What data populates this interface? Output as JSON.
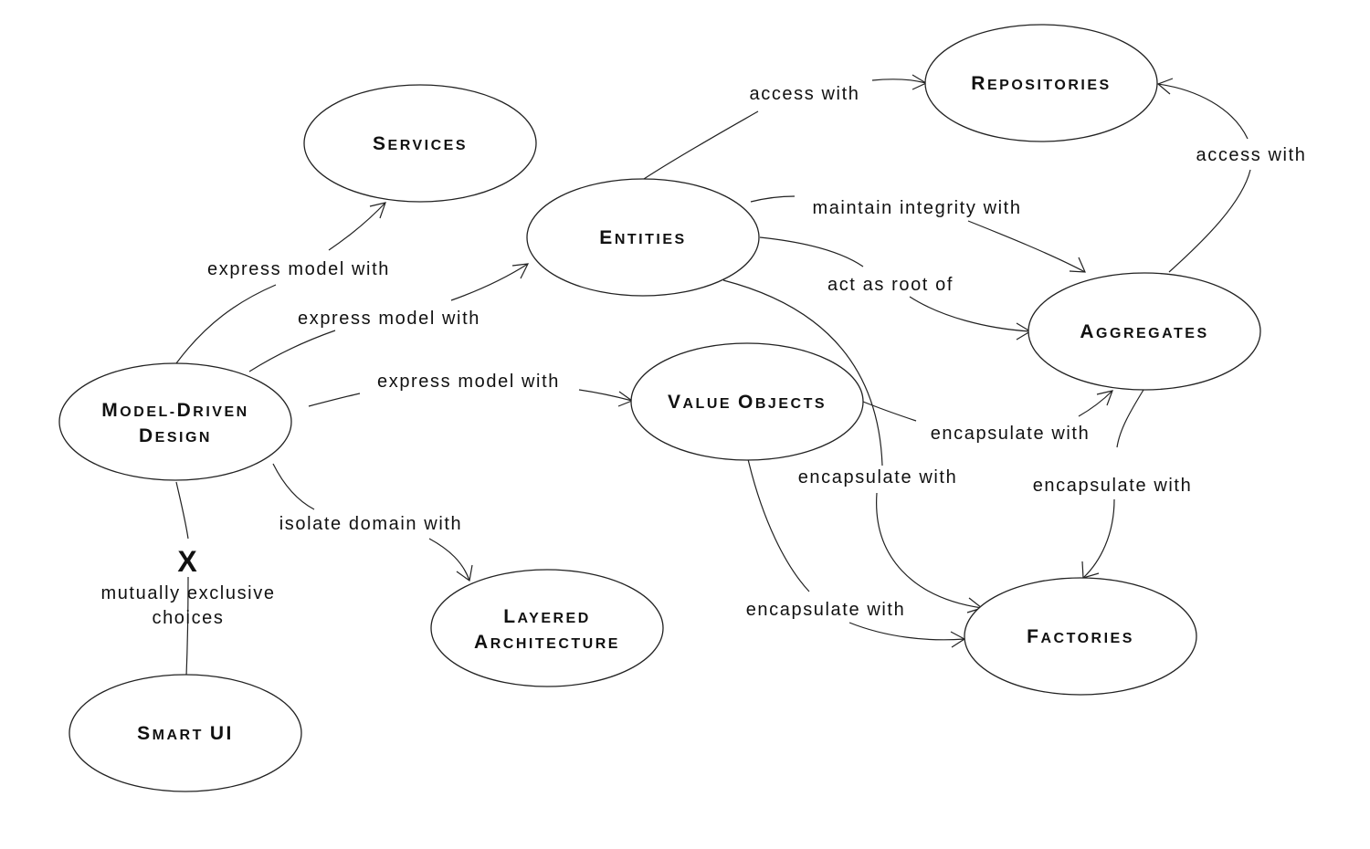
{
  "nodes": {
    "services": "Services",
    "entities": "Entities",
    "repositories": "Repositories",
    "aggregates": "Aggregates",
    "model_driven_design_line1": "Model-Driven",
    "model_driven_design_line2": "Design",
    "value_objects": "Value Objects",
    "layered_architecture_line1": "Layered",
    "layered_architecture_line2": "Architecture",
    "factories": "Factories",
    "smart_ui": "Smart UI"
  },
  "edges": {
    "mdd_to_services": "express model with",
    "mdd_to_entities": "express model with",
    "mdd_to_value_objects": "express model with",
    "mdd_to_layered": "isolate domain with",
    "entities_to_repositories": "access with",
    "aggregates_to_repositories": "access with",
    "entities_to_aggregates_integrity": "maintain integrity with",
    "entities_to_aggregates_root": "act as root of",
    "value_objects_to_aggregates": "encapsulate with",
    "entities_to_factories": "encapsulate with",
    "aggregates_to_factories": "encapsulate with",
    "value_objects_to_factories": "encapsulate with",
    "exclusive_mark": "X",
    "exclusive_line1": "mutually exclusive",
    "exclusive_line2": "choices"
  }
}
